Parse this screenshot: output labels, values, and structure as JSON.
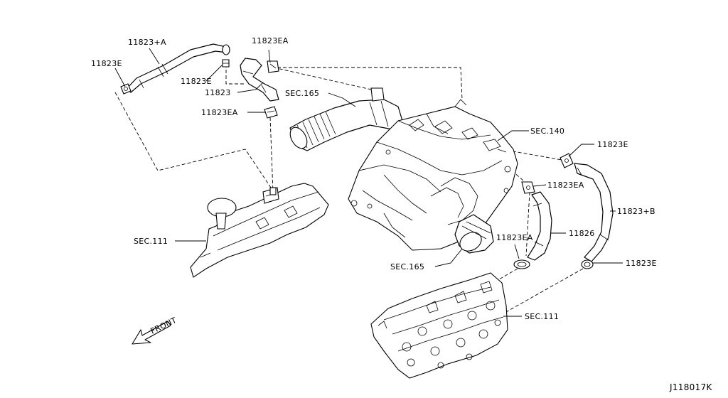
{
  "diagram": {
    "labels": {
      "hose_a": "11823+A",
      "clamp_e_left": "11823E",
      "clamp_ea_top": "11823EA",
      "clamp_e_mid": "11823E",
      "hose_main": "11823",
      "sec165_top": "SEC.165",
      "clamp_ea_left": "11823EA",
      "sec140": "SEC.140",
      "clamp_e_right_top": "11823E",
      "clamp_ea_right": "11823EA",
      "hose_b": "11823+B",
      "hose_11826": "11826",
      "clamp_ea_bottom": "11823EA",
      "sec111_left": "SEC.111",
      "sec165_bottom": "SEC.165",
      "clamp_e_right_bottom": "11823E",
      "sec111_bottom": "SEC.111",
      "front": "FRONT",
      "diagram_id": "J118017K"
    }
  }
}
